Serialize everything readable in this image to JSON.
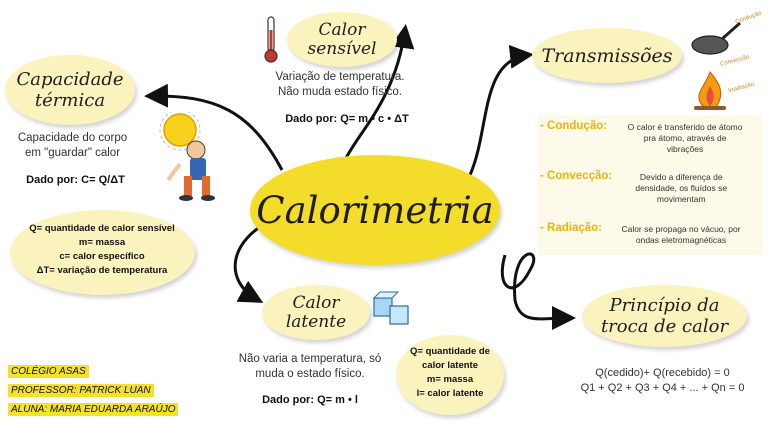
{
  "central": {
    "title": "Calorimetria"
  },
  "calor_sensivel": {
    "title_line1": "Calor",
    "title_line2": "sensível",
    "desc_line1": "Variação de temperatura.",
    "desc_line2": "Não muda estado físico.",
    "formula_label": "Dado por:",
    "formula": "Q= m • c • ΔT"
  },
  "capacidade": {
    "title_line1": "Capacidade",
    "title_line2": "térmica",
    "desc_line1": "Capacidade do corpo",
    "desc_line2": "em \"guardar\" calor",
    "formula_label": "Dado por:",
    "formula": "C= Q/ΔT"
  },
  "definitions_sensivel": [
    "Q= quantidade de calor sensível",
    "m= massa",
    "c= calor específico",
    "ΔT= variação de temperatura"
  ],
  "transmissoes": {
    "title": "Transmissões",
    "image_labels": [
      "Condução",
      "Convecção",
      "Irradiação"
    ],
    "items": [
      {
        "key": "- Condução:",
        "line1": "O calor é transferido de átomo",
        "line2": "pra átomo, através de",
        "line3": "vibrações"
      },
      {
        "key": "- Convecção:",
        "line1": "Devido a diferença de",
        "line2": "densidade, os fluídos se",
        "line3": "movimentam"
      },
      {
        "key": "- Radiação:",
        "line1": "Calor se propaga no vácuo, por",
        "line2": "ondas eletromagnéticas",
        "line3": ""
      }
    ]
  },
  "calor_latente": {
    "title_line1": "Calor",
    "title_line2": "latente",
    "desc_line1": "Não varia a temperatura, só",
    "desc_line2": "muda o estado físico.",
    "formula_label": "Dado por:",
    "formula": "Q= m • l"
  },
  "definitions_latente": [
    "Q= quantidade de",
    "calor latente",
    "m= massa",
    "l= calor latente"
  ],
  "principio": {
    "title_line1": "Princípio da",
    "title_line2": "troca de calor",
    "eq1": "Q(cedido)+ Q(recebido) = 0",
    "eq2": "Q1 + Q2 + Q3 + Q4 + ... + Qn = 0"
  },
  "credits": [
    "COLÉGIO ASAS",
    "PROFESSOR: PATRICK LUAN",
    "ALUNA: MARIA EDUARDA ARAÚJO"
  ],
  "colors": {
    "accent": "#f4dc2a",
    "pale": "#fbf3bd",
    "key": "#f0b400"
  }
}
